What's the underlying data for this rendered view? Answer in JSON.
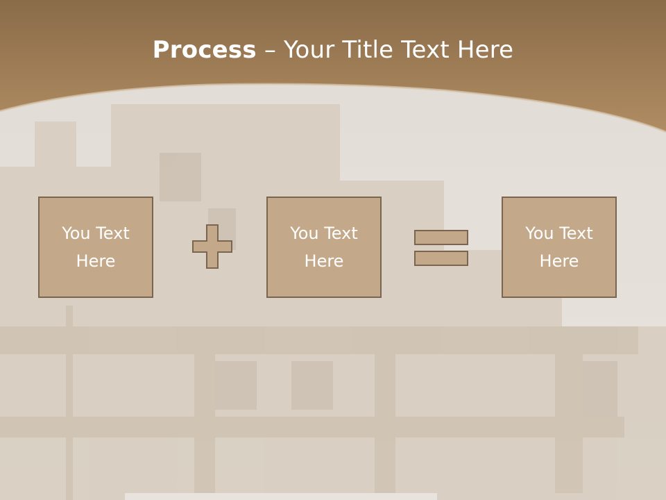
{
  "title": {
    "bold": "Process",
    "dash": " – ",
    "rest": "Your Title Text Here"
  },
  "boxes": [
    {
      "line1": "You Text",
      "line2": "Here"
    },
    {
      "line1": "You Text",
      "line2": "Here"
    },
    {
      "line1": "You Text",
      "line2": "Here"
    }
  ],
  "colors": {
    "header": "#a58358",
    "box_fill": "#c3a989",
    "box_border": "#7a6650",
    "operator": "#c3a989",
    "title_text": "#ffffff"
  },
  "operators": [
    "plus-icon",
    "equals-icon"
  ]
}
